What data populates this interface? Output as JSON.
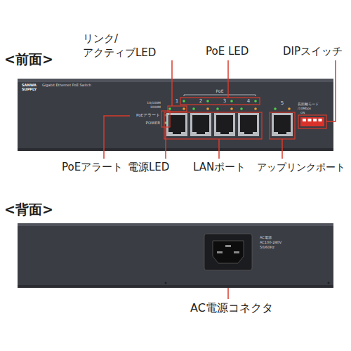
{
  "diagram": {
    "labels": [
      "<前面>",
      "リンク/ アクティブLED",
      "PoE LED",
      "DIPスイッチ",
      "SANWA SUPPLY",
      "Gigabit Ethernet PoE Switch",
      "10/100M",
      "1000M",
      "PoE",
      "1",
      "2",
      "3",
      "4",
      "5",
      "PoEアラート",
      "POWER",
      "長距離モード /10Mbps",
      "ON",
      "PoEアラート",
      "電源LED",
      "LANポート",
      "アップリンクポート",
      "<背面>",
      "AC電源",
      "AC100-240V",
      "50/60Hz",
      "AC電源コネクタ"
    ]
  }
}
